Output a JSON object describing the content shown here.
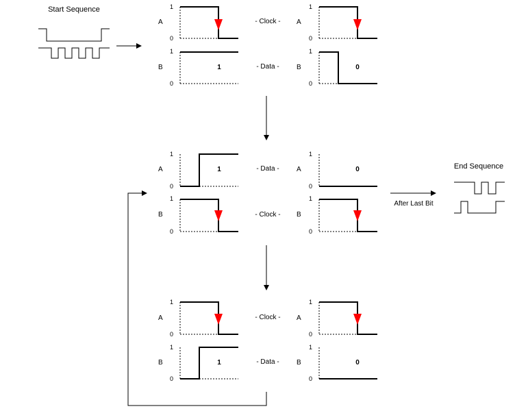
{
  "start_sequence": {
    "title": "Start Sequence"
  },
  "end_sequence": {
    "title": "End Sequence",
    "note": "After Last Bit"
  },
  "axis_ticks": {
    "high": "1",
    "low": "0"
  },
  "channels": {
    "a": "A",
    "b": "B"
  },
  "phase_labels": {
    "clock": "- Clock -",
    "data": "- Data -"
  },
  "bits": {
    "one": "1",
    "zero": "0"
  },
  "colors": {
    "clock_edge_arrow": "#ff0000",
    "signal": "#000000"
  }
}
